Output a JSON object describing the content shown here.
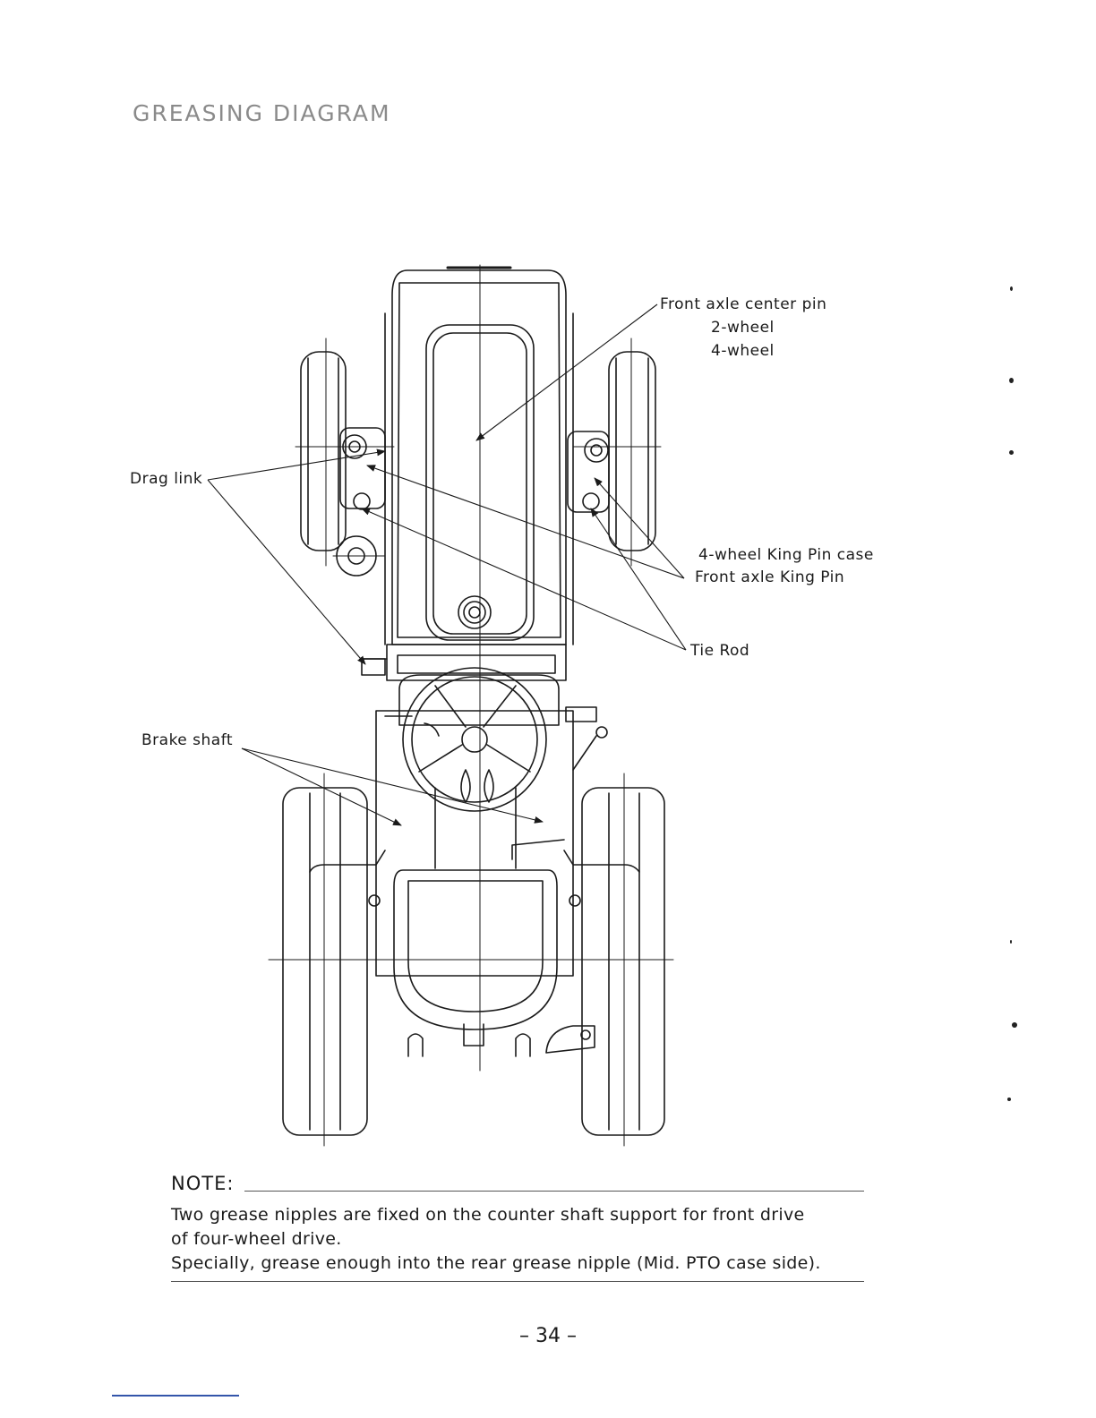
{
  "page": {
    "title": "GREASING DIAGRAM",
    "page_number": "– 34 –"
  },
  "labels": {
    "front_axle_center_pin": "Front axle center pin",
    "two_wheel": "2-wheel",
    "four_wheel": "4-wheel",
    "drag_link": "Drag link",
    "king_pin_case": "4-wheel King Pin case",
    "front_axle_king_pin": "Front axle King Pin",
    "tie_rod": "Tie Rod",
    "brake_shaft": "Brake shaft"
  },
  "note": {
    "label": "NOTE:",
    "lines": [
      "Two grease nipples are fixed on the counter shaft support for front drive",
      "of four-wheel drive.",
      "Specially, grease enough into the rear grease nipple (Mid. PTO case side)."
    ]
  },
  "colors": {
    "line": "#1a1a1a",
    "title": "#8a8a8a",
    "footer_rule": "#3355aa"
  }
}
